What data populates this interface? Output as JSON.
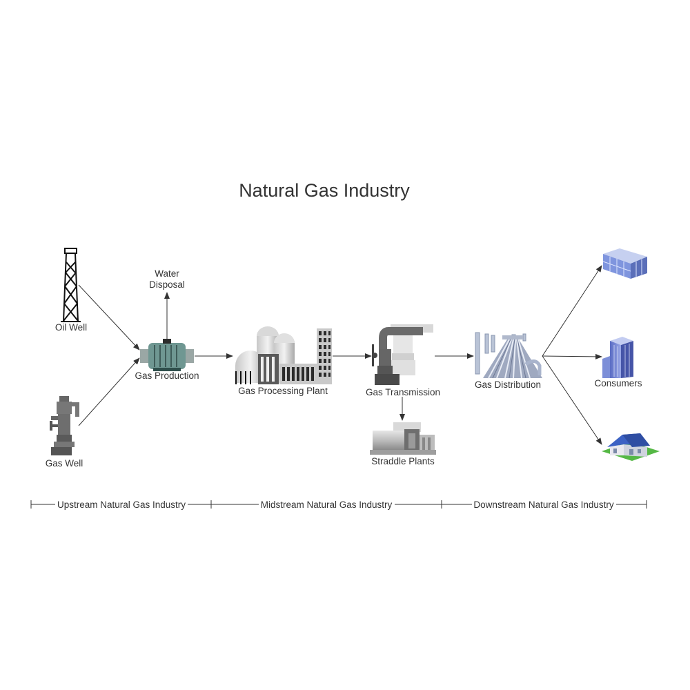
{
  "title": "Natural Gas Industry",
  "nodes": {
    "oil_well": "Oil Well",
    "gas_well": "Gas Well",
    "water_disposal_line1": "Water",
    "water_disposal_line2": "Disposal",
    "gas_production": "Gas Production",
    "gas_processing_plant": "Gas Processing Plant",
    "gas_transmission": "Gas Transmission",
    "straddle_plants": "Straddle Plants",
    "gas_distribution": "Gas Distribution",
    "consumers": "Consumers"
  },
  "segments": {
    "upstream": "Upstream Natural Gas Industry",
    "midstream": "Midstream Natural Gas Industry",
    "downstream": "Downstream Natural Gas Industry"
  },
  "colors": {
    "text": "#333333",
    "line": "#333333",
    "equipment_gray": "#8c8c8c",
    "equipment_dark": "#4a4a4a",
    "teal": "#5e8a86",
    "building_blue": "#7e8fd6",
    "roof_blue": "#3d5fb8",
    "grass": "#4caf3a"
  }
}
